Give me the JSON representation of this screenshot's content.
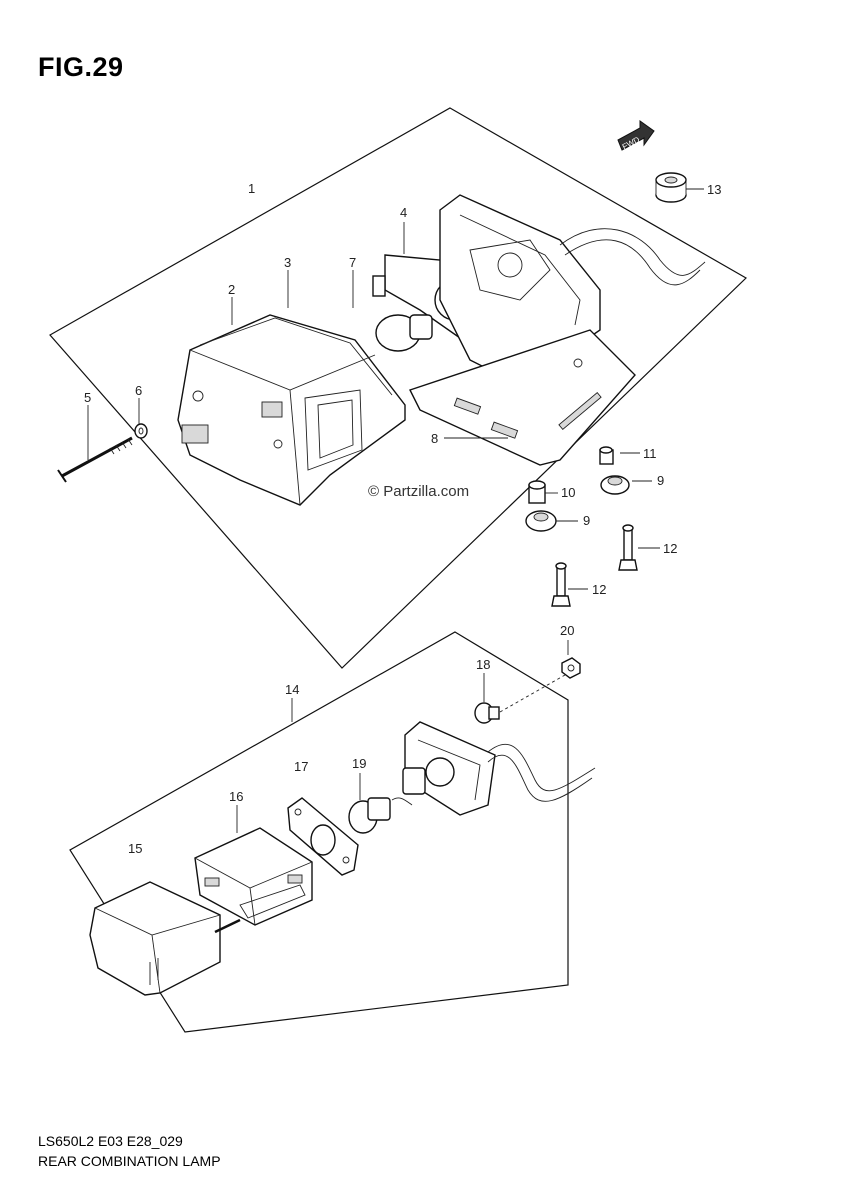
{
  "figure": {
    "title": "FIG.29"
  },
  "watermark": "© Partzilla.com",
  "front_marker": "FWD",
  "callouts": [
    {
      "id": "c1",
      "text": "1"
    },
    {
      "id": "c2",
      "text": "2"
    },
    {
      "id": "c3",
      "text": "3"
    },
    {
      "id": "c4",
      "text": "4"
    },
    {
      "id": "c5",
      "text": "5"
    },
    {
      "id": "c6",
      "text": "6"
    },
    {
      "id": "c7",
      "text": "7"
    },
    {
      "id": "c8",
      "text": "8"
    },
    {
      "id": "c9a",
      "text": "9"
    },
    {
      "id": "c9b",
      "text": "9"
    },
    {
      "id": "c10",
      "text": "10"
    },
    {
      "id": "c11",
      "text": "11"
    },
    {
      "id": "c12a",
      "text": "12"
    },
    {
      "id": "c12b",
      "text": "12"
    },
    {
      "id": "c13",
      "text": "13"
    },
    {
      "id": "c14",
      "text": "14"
    },
    {
      "id": "c15",
      "text": "15"
    },
    {
      "id": "c16",
      "text": "16"
    },
    {
      "id": "c17",
      "text": "17"
    },
    {
      "id": "c18",
      "text": "18"
    },
    {
      "id": "c19",
      "text": "19"
    },
    {
      "id": "c20",
      "text": "20"
    }
  ],
  "footer": {
    "code": "LS650L2 E03 E28_029",
    "name": "REAR COMBINATION LAMP"
  }
}
